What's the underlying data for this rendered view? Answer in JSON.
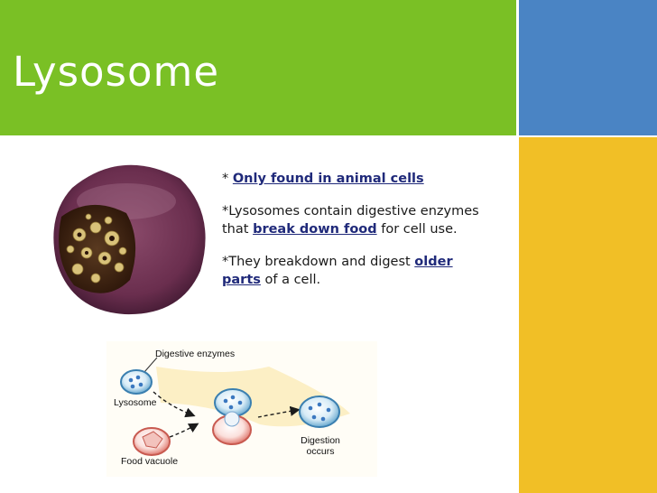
{
  "slide": {
    "title": "Lysosome",
    "colors": {
      "title_bar": "#7ac025",
      "accent_blue": "#4a84c4",
      "accent_yellow": "#f1bf26",
      "link_text": "#202a7a"
    }
  },
  "bullets": {
    "b1_prefix": "* ",
    "b1_link": "Only found in animal cells",
    "b2_prefix": "*Lysosomes contain digestive enzymes that ",
    "b2_link": "break down food",
    "b2_suffix": " for cell use.",
    "b3_prefix": "*They breakdown and digest ",
    "b3_link": "older parts",
    "b3_suffix": " of a cell."
  },
  "diagram": {
    "label_enzymes": "Digestive enzymes",
    "label_lysosome": "Lysosome",
    "label_vacuole": "Food vacuole",
    "label_digestion_1": "Digestion",
    "label_digestion_2": "occurs"
  }
}
